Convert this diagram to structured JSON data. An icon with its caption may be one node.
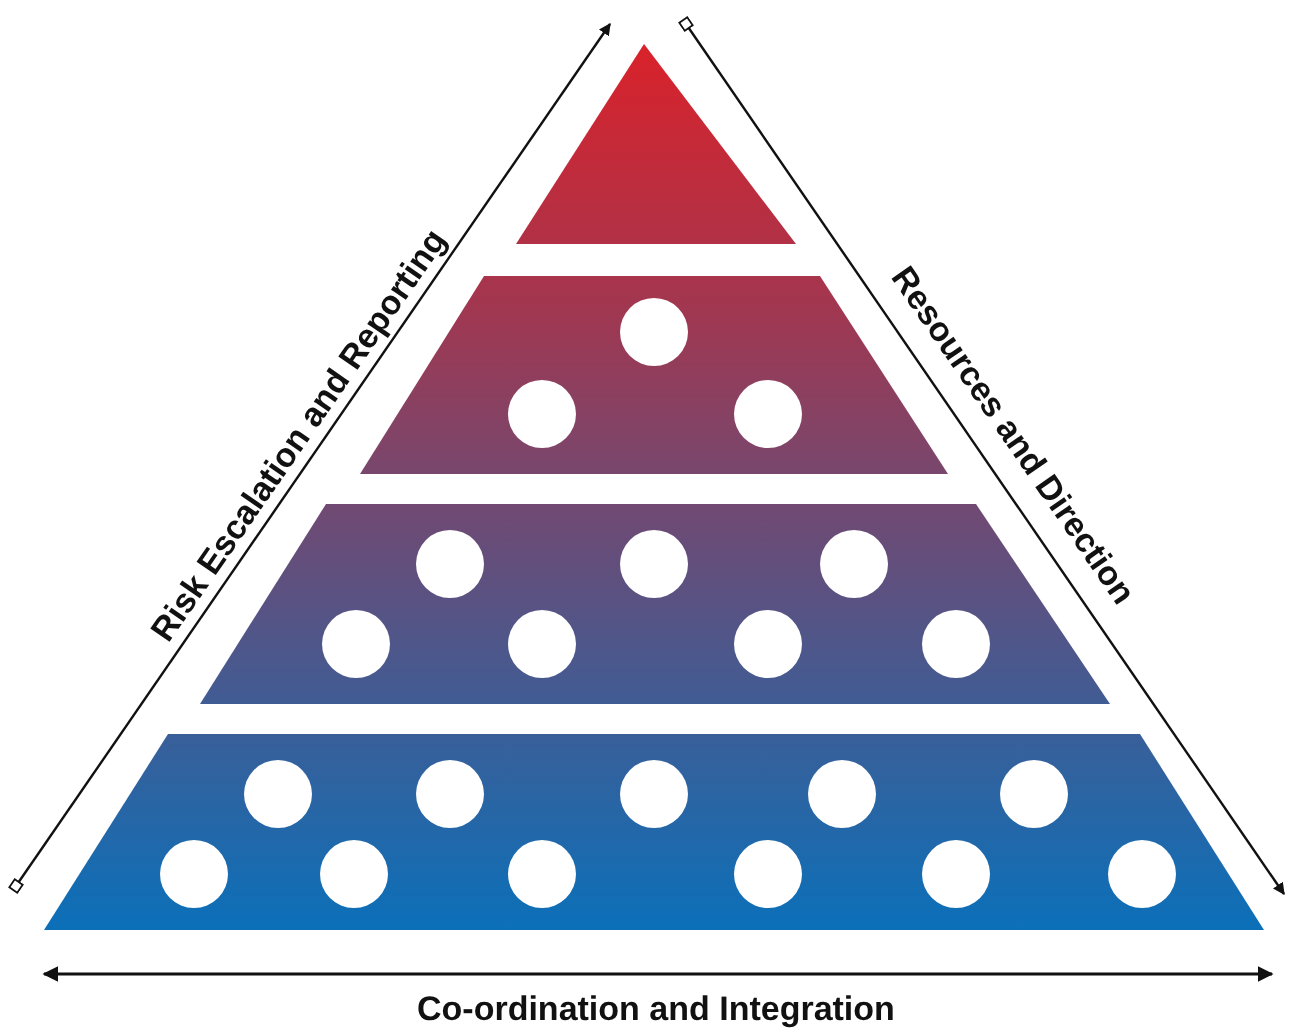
{
  "diagram": {
    "nodes": [
      {
        "text": [],
        "shape": "triangle"
      },
      {
        "text": [],
        "shape": "trapezoid"
      },
      {
        "text": [],
        "shape": "trapezoid"
      },
      {
        "text": [],
        "shape": "trapezoid"
      },
      {
        "text": [],
        "shape": "circle",
        "in": 1
      },
      {
        "text": [],
        "shape": "circle",
        "in": 1
      },
      {
        "text": [],
        "shape": "circle",
        "in": 1
      },
      {
        "text": [],
        "shape": "circle",
        "in": 2
      },
      {
        "text": [],
        "shape": "circle",
        "in": 2
      },
      {
        "text": [],
        "shape": "circle",
        "in": 2
      },
      {
        "text": [],
        "shape": "circle",
        "in": 2
      },
      {
        "text": [],
        "shape": "circle",
        "in": 2
      },
      {
        "text": [],
        "shape": "circle",
        "in": 2
      },
      {
        "text": [],
        "shape": "circle",
        "in": 2
      },
      {
        "text": [],
        "shape": "circle",
        "in": 3
      },
      {
        "text": [],
        "shape": "circle",
        "in": 3
      },
      {
        "text": [],
        "shape": "circle",
        "in": 3
      },
      {
        "text": [],
        "shape": "circle",
        "in": 3
      },
      {
        "text": [],
        "shape": "circle",
        "in": 3
      },
      {
        "text": [],
        "shape": "circle",
        "in": 3
      },
      {
        "text": [],
        "shape": "circle",
        "in": 3
      },
      {
        "text": [],
        "shape": "circle",
        "in": 3
      },
      {
        "text": [],
        "shape": "circle",
        "in": 3
      },
      {
        "text": [],
        "shape": "circle",
        "in": 3
      },
      {
        "text": [],
        "shape": "circle",
        "in": 3
      }
    ],
    "labels": [
      "Risk Escalation and Reporting",
      "Resources and Direction",
      "Co-ordination and Integration"
    ]
  }
}
